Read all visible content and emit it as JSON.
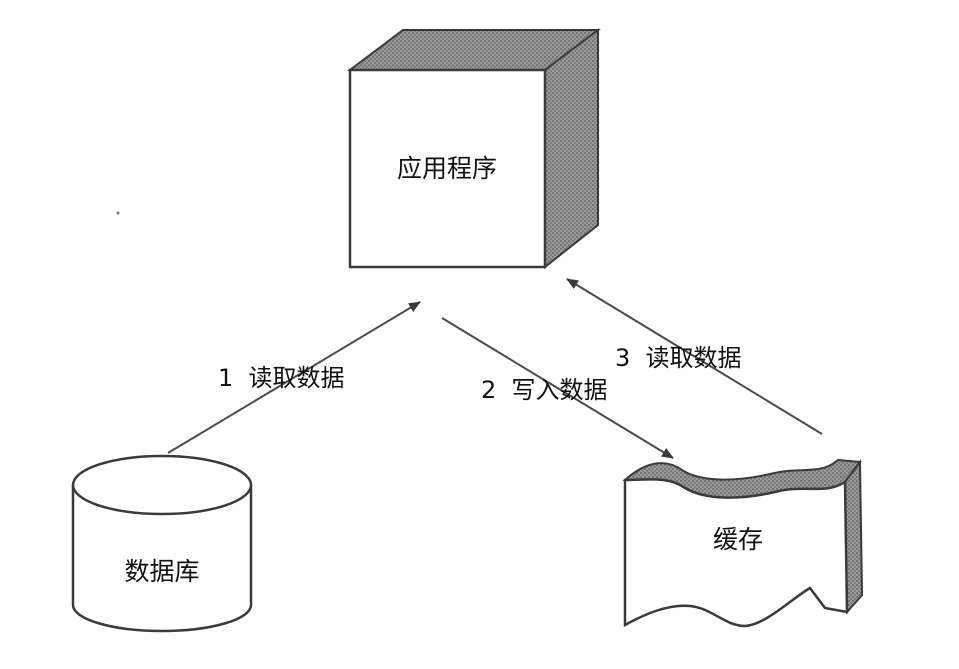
{
  "nodes": {
    "app": {
      "label": "应用程序"
    },
    "database": {
      "label": "数据库"
    },
    "cache": {
      "label": "缓存"
    }
  },
  "edges": [
    {
      "label": "1  读取数据",
      "from": "数据库",
      "to": "应用程序"
    },
    {
      "label": "2  写入数据",
      "from": "应用程序",
      "to": "缓存"
    },
    {
      "label": "3  读取数据",
      "from": "缓存",
      "to": "应用程序"
    }
  ],
  "colors": {
    "line": "#4a4a4a",
    "shade": "#8a8a8a",
    "text": "#111111"
  }
}
